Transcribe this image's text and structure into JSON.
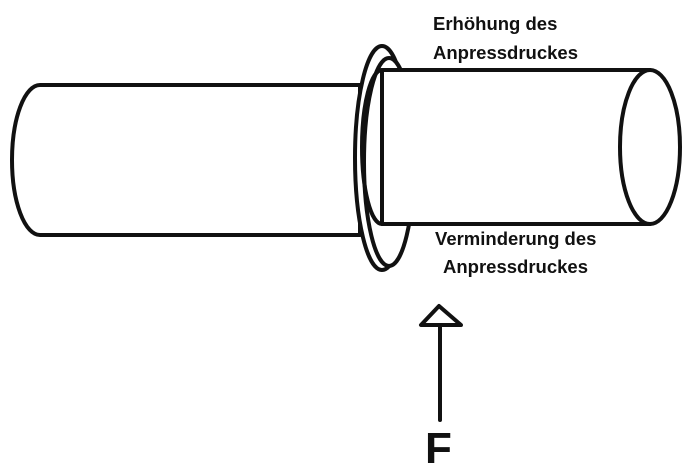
{
  "labels": {
    "top_line1": "Erhöhung des",
    "top_line2": "Anpressdruckes",
    "bottom_line1": "Verminderung des",
    "bottom_line2": "Anpressdruckes",
    "force": "F"
  },
  "colors": {
    "line": "#111111",
    "background": "#ffffff"
  }
}
